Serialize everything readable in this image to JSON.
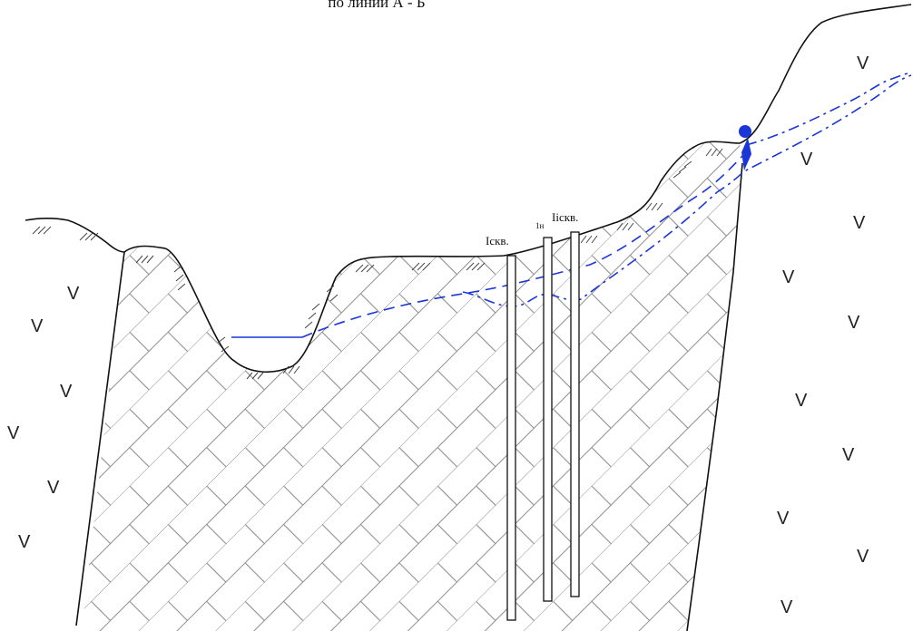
{
  "figure": {
    "caption": "по линии А - Б"
  },
  "wells": [
    {
      "label": "Iскв."
    },
    {
      "label": "1н"
    },
    {
      "label": "Iiскв."
    }
  ],
  "symbols": {
    "igneous": "V"
  },
  "colors": {
    "line": "#111111",
    "hatch": "#9a9a9a",
    "water": "#1a36d6",
    "spring": "#1a36d6"
  }
}
